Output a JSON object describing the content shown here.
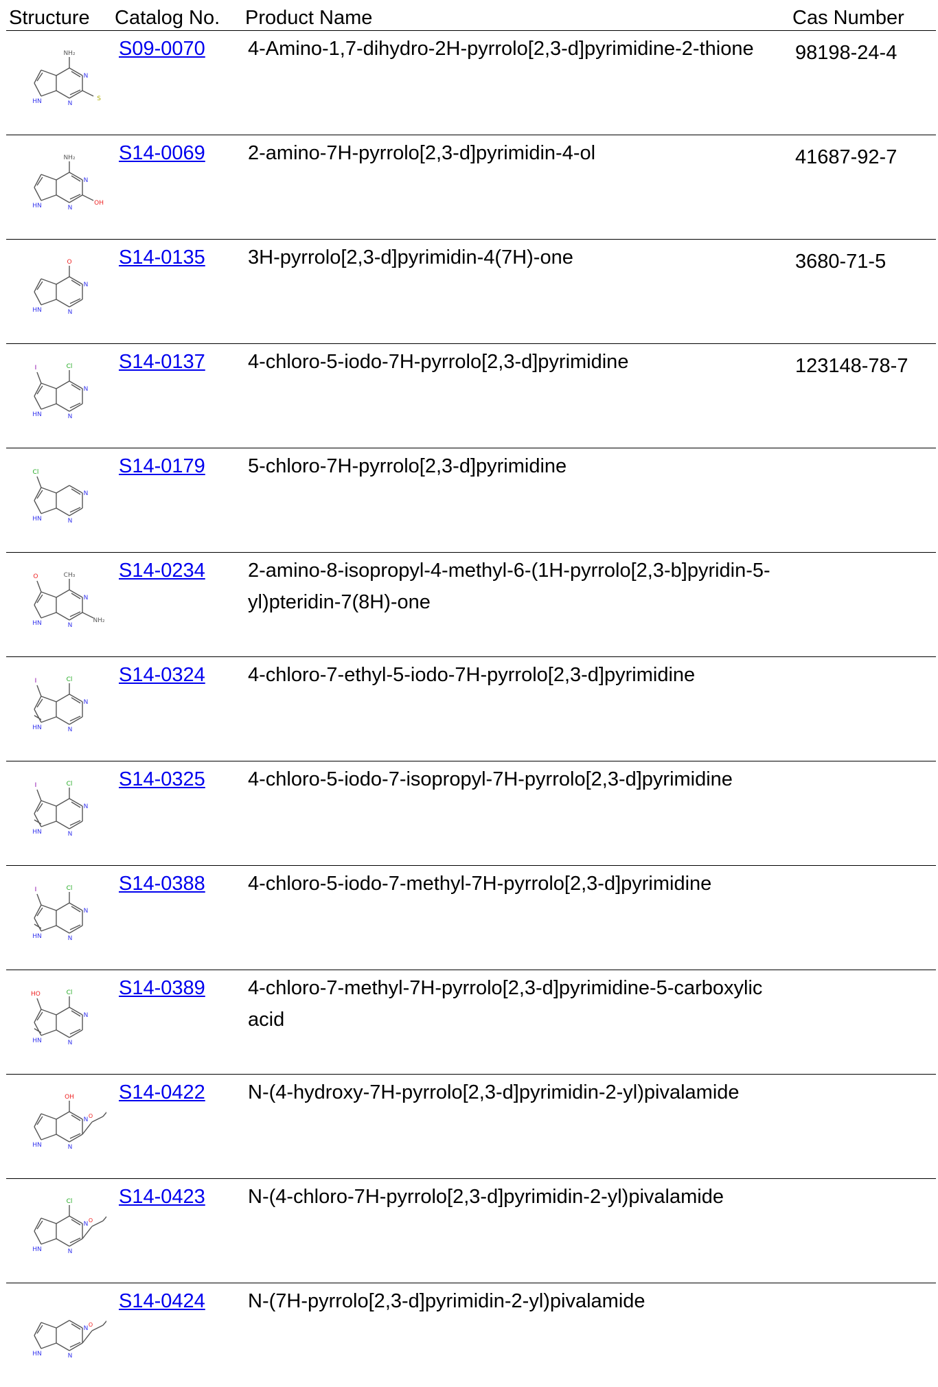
{
  "table": {
    "headers": {
      "structure": "Structure",
      "catalog": "Catalog No.",
      "name": "Product Name",
      "cas": "Cas Number"
    },
    "rows": [
      {
        "catalog": "S09-0070",
        "name": "4-Amino-1,7-dihydro-2H-pyrrolo[2,3-d]pyrimidine-2-thione",
        "cas": "98198-24-4"
      },
      {
        "catalog": "S14-0069",
        "name": "2-amino-7H-pyrrolo[2,3-d]pyrimidin-4-ol",
        "cas": "41687-92-7"
      },
      {
        "catalog": "S14-0135",
        "name": "3H-pyrrolo[2,3-d]pyrimidin-4(7H)-one",
        "cas": "3680-71-5"
      },
      {
        "catalog": "S14-0137",
        "name": "4-chloro-5-iodo-7H-pyrrolo[2,3-d]pyrimidine",
        "cas": "123148-78-7"
      },
      {
        "catalog": "S14-0179",
        "name": "5-chloro-7H-pyrrolo[2,3-d]pyrimidine",
        "cas": ""
      },
      {
        "catalog": "S14-0234",
        "name": "2-amino-8-isopropyl-4-methyl-6-(1H-pyrrolo[2,3-b]pyridin-5-yl)pteridin-7(8H)-one",
        "cas": ""
      },
      {
        "catalog": "S14-0324",
        "name": "4-chloro-7-ethyl-5-iodo-7H-pyrrolo[2,3-d]pyrimidine",
        "cas": ""
      },
      {
        "catalog": "S14-0325",
        "name": "4-chloro-5-iodo-7-isopropyl-7H-pyrrolo[2,3-d]pyrimidine",
        "cas": ""
      },
      {
        "catalog": "S14-0388",
        "name": "4-chloro-5-iodo-7-methyl-7H-pyrrolo[2,3-d]pyrimidine",
        "cas": ""
      },
      {
        "catalog": "S14-0389",
        "name": "4-chloro-7-methyl-7H-pyrrolo[2,3-d]pyrimidine-5-carboxylic acid",
        "cas": ""
      },
      {
        "catalog": "S14-0422",
        "name": "N-(4-hydroxy-7H-pyrrolo[2,3-d]pyrimidin-2-yl)pivalamide",
        "cas": ""
      },
      {
        "catalog": "S14-0423",
        "name": "N-(4-chloro-7H-pyrrolo[2,3-d]pyrimidin-2-yl)pivalamide",
        "cas": ""
      },
      {
        "catalog": "S14-0424",
        "name": "N-(7H-pyrrolo[2,3-d]pyrimidin-2-yl)pivalamide",
        "cas": ""
      }
    ]
  },
  "colors": {
    "link": "#0000ee",
    "bond": "#555555",
    "nitrogen": "#3333ee",
    "oxygen": "#ee2222",
    "chlorine": "#22aa22",
    "sulfur": "#aaaa00",
    "iodine": "#8800aa"
  }
}
